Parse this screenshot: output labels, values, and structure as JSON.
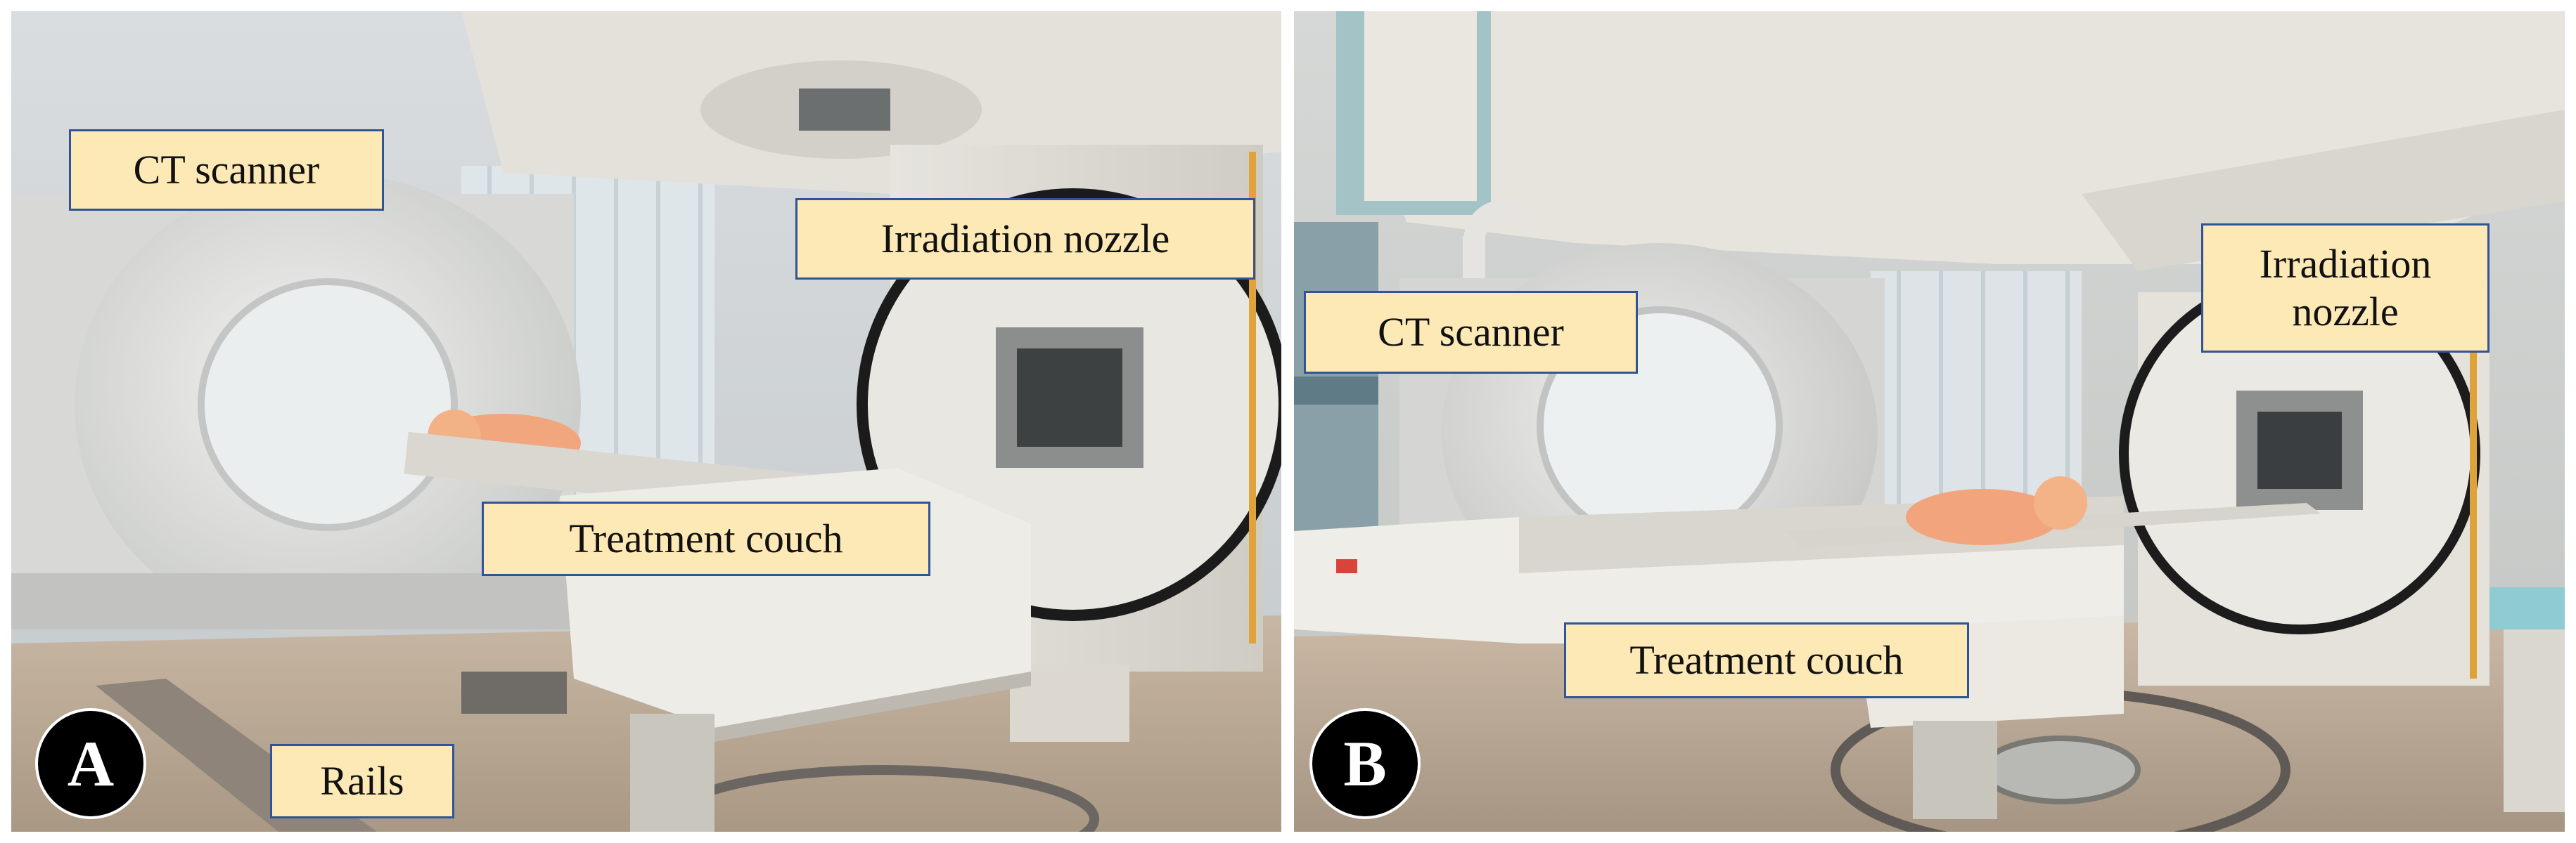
{
  "panels": [
    {
      "badge": "A",
      "labels": {
        "ct_scanner": "CT scanner",
        "irradiation_nozzle": "Irradiation nozzle",
        "treatment_couch": "Treatment couch",
        "rails": "Rails"
      }
    },
    {
      "badge": "B",
      "labels": {
        "ct_scanner": "CT scanner",
        "irradiation_nozzle": "Irradiation\nnozzle",
        "treatment_couch": "Treatment couch"
      }
    }
  ]
}
